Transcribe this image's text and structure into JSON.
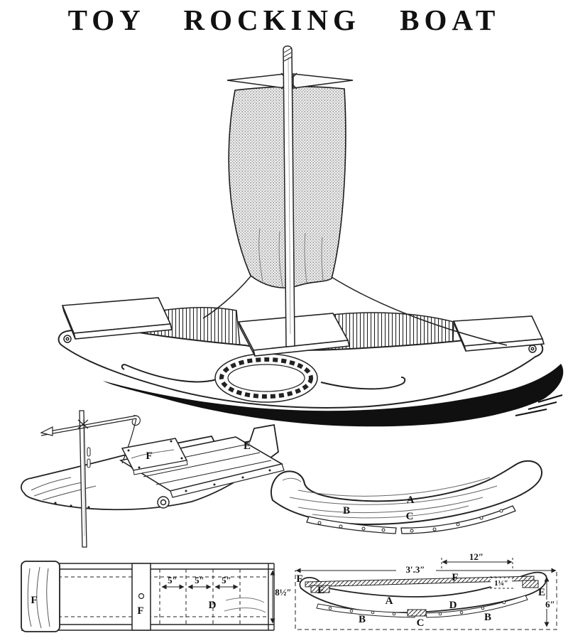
{
  "page": {
    "title": "TOY ROCKING BOAT"
  },
  "figures": {
    "assembly": {
      "f": "F",
      "e": "E"
    },
    "side_view": {
      "a": "A",
      "b": "B",
      "c": "C"
    },
    "plan": {
      "f_left": "F",
      "f_mid": "F",
      "d": "D",
      "dim_5_1": "5″",
      "dim_5_2": "5″",
      "dim_5_3": "5″",
      "dim_height": "8½″"
    },
    "elevation": {
      "f_left": "F",
      "f_mid": "F",
      "e_left": "E",
      "e_right": "E",
      "a": "A",
      "b_left": "B",
      "b_right": "B",
      "c": "C",
      "d": "D",
      "dim_length_top": "12″",
      "dim_length_overall": "3′.3″",
      "dim_strip": "1¼″",
      "dim_height": "6″"
    }
  }
}
